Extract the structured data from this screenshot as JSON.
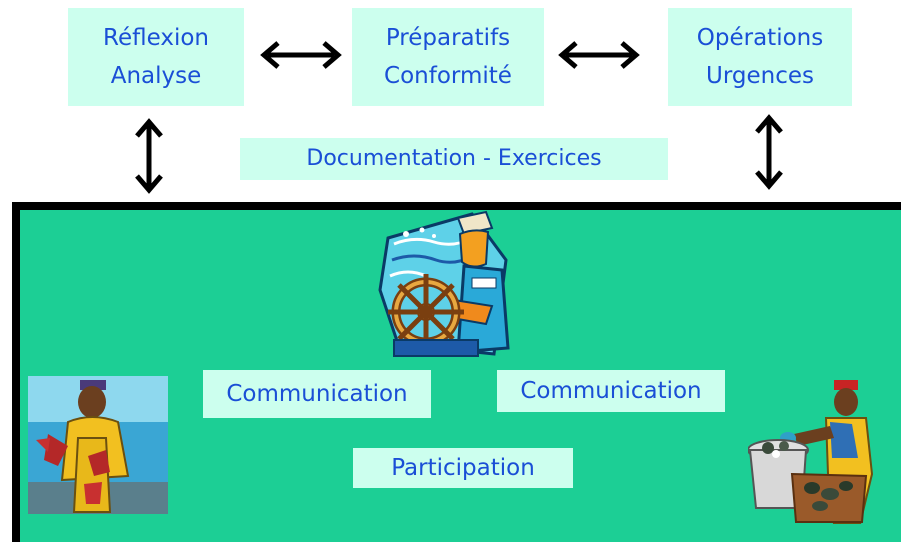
{
  "top_boxes": [
    {
      "line1": "Réflexion",
      "line2": "Analyse"
    },
    {
      "line1": "Préparatifs",
      "line2": "Conformité"
    },
    {
      "line1": "Opérations",
      "line2": "Urgences"
    }
  ],
  "documentation_label": "Documentation - Exercices",
  "communication_left": "Communication",
  "communication_right": "Communication",
  "participation_label": "Participation",
  "colors": {
    "box_fill": "#ccffee",
    "text": "#1a4fd6",
    "panel": "#1ccf95",
    "border": "#000000"
  },
  "icons": [
    "captain-at-wheel-illustration",
    "fisherman-with-lobster-illustration",
    "fisherman-with-bucket-illustration"
  ]
}
